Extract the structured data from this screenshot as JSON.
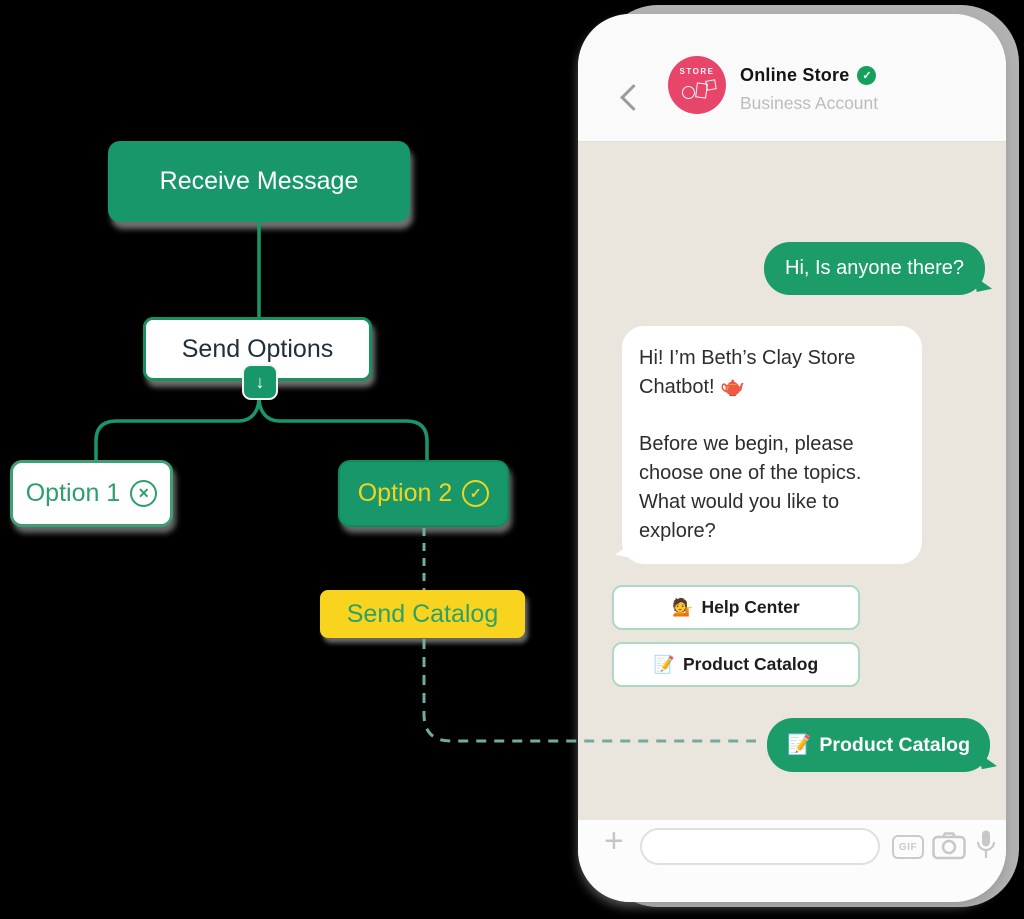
{
  "flow": {
    "receive_message": "Receive Message",
    "send_options": "Send Options",
    "arrow_down": "↓",
    "option1": "Option 1",
    "option1_icon": "✕",
    "option2": "Option 2",
    "option2_icon": "✓",
    "send_catalog": "Send Catalog"
  },
  "phone": {
    "header": {
      "avatar_label": "STORE",
      "name": "Online Store",
      "verified_check": "✓",
      "subtitle": "Business Account"
    },
    "chat": {
      "user_message": "Hi, Is anyone there?",
      "bot_paragraph1": "Hi! I’m Beth’s Clay Store Chatbot! 🫖",
      "bot_paragraph2": "Before we begin, please choose one of the topics. What would you like to explore?",
      "quick_replies": [
        {
          "emoji": "💁",
          "label": "Help Center"
        },
        {
          "emoji": "📝",
          "label": "Product Catalog"
        }
      ],
      "user_reply_emoji": "📝",
      "user_reply": "Product Catalog"
    },
    "input": {
      "plus": "+",
      "gif": "GIF"
    }
  },
  "colors": {
    "node_green": "#18986a",
    "bubble_green": "#1b9c68",
    "yellow": "#f8d41f",
    "chat_background": "#eae6de",
    "dashed_line": "#73aba3",
    "avatar_pink": "#e8456b"
  }
}
